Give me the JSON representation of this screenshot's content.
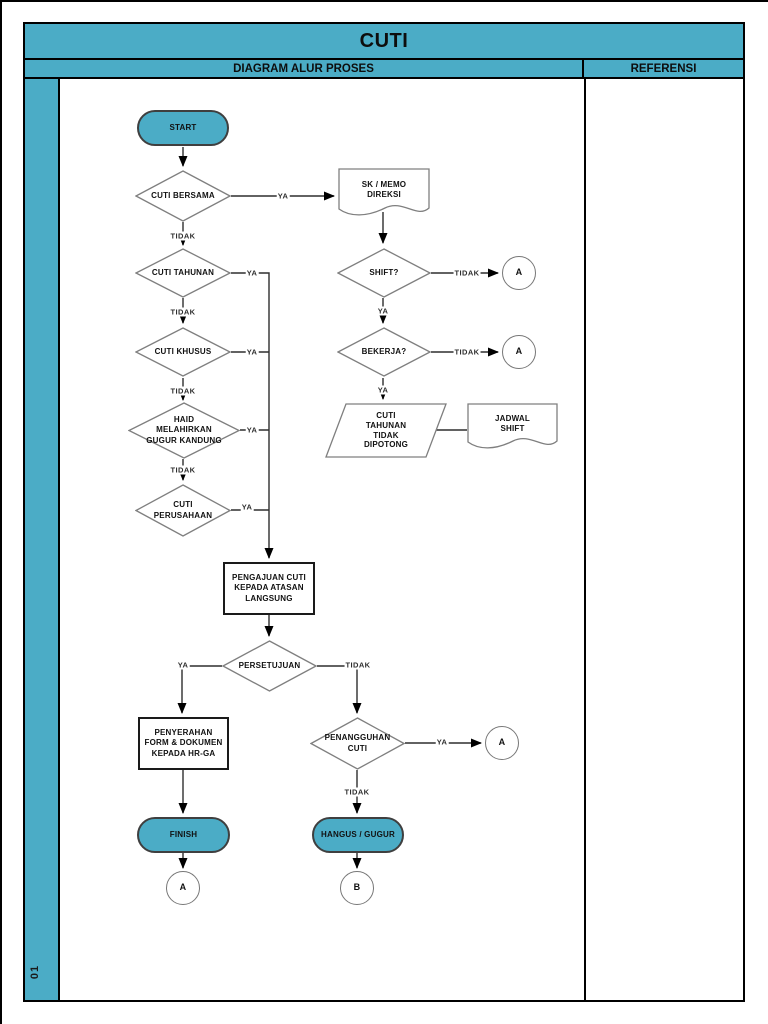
{
  "header": {
    "title": "CUTI",
    "diagram_col": "DIAGRAM ALUR PROSES",
    "referensi_col": "REFERENSI"
  },
  "sidebar": {
    "page_number": "01"
  },
  "colors": {
    "accent_teal": "#4BACC6",
    "shape_stroke": "#7f7f7f",
    "connector": "#2e2e2e",
    "border": "#000000"
  },
  "flowchart": {
    "nodes": {
      "start": {
        "label": "START",
        "type": "terminator"
      },
      "cuti_bersama": {
        "label": "CUTI BERSAMA",
        "type": "decision"
      },
      "sk_memo": {
        "label": "SK / MEMO\nDIREKSI",
        "type": "document"
      },
      "cuti_tahunan": {
        "label": "CUTI TAHUNAN",
        "type": "decision"
      },
      "cuti_khusus": {
        "label": "CUTI KHUSUS",
        "type": "decision"
      },
      "haid": {
        "label": "HAID\nMELAHIRKAN\nGUGUR KANDUNG",
        "type": "decision"
      },
      "cuti_perusahaan": {
        "label": "CUTI\nPERUSAHAAN",
        "type": "decision"
      },
      "shift": {
        "label": "SHIFT?",
        "type": "decision"
      },
      "bekerja": {
        "label": "BEKERJA?",
        "type": "decision"
      },
      "cuti_tahunan_tidak_dipotong": {
        "label": "CUTI\nTAHUNAN\nTIDAK\nDIPOTONG",
        "type": "data"
      },
      "jadwal_shift": {
        "label": "JADWAL\nSHIFT",
        "type": "document"
      },
      "pengajuan": {
        "label": "PENGAJUAN CUTI\nKEPADA ATASAN\nLANGSUNG",
        "type": "process"
      },
      "persetujuan": {
        "label": "PERSETUJUAN",
        "type": "decision"
      },
      "penyerahan": {
        "label": "PENYERAHAN\nFORM & DOKUMEN\nKEPADA HR-GA",
        "type": "process"
      },
      "finish": {
        "label": "FINISH",
        "type": "terminator"
      },
      "penangguhan": {
        "label": "PENANGGUHAN\nCUTI",
        "type": "decision"
      },
      "hangus": {
        "label": "HANGUS / GUGUR",
        "type": "terminator"
      },
      "conn_a1": {
        "label": "A",
        "type": "connector"
      },
      "conn_a2": {
        "label": "A",
        "type": "connector"
      },
      "conn_a3": {
        "label": "A",
        "type": "connector"
      },
      "conn_a4": {
        "label": "A",
        "type": "connector"
      },
      "conn_b": {
        "label": "B",
        "type": "connector"
      }
    },
    "edge_labels": [
      {
        "text": "YA"
      },
      {
        "text": "TIDAK"
      },
      {
        "text": "YA"
      },
      {
        "text": "TIDAK"
      },
      {
        "text": "YA"
      },
      {
        "text": "TIDAK"
      },
      {
        "text": "YA"
      },
      {
        "text": "TIDAK"
      },
      {
        "text": "YA"
      },
      {
        "text": "TIDAK"
      },
      {
        "text": "YA"
      },
      {
        "text": "TIDAK"
      },
      {
        "text": "YA"
      },
      {
        "text": "YA"
      },
      {
        "text": "TIDAK"
      },
      {
        "text": "YA"
      },
      {
        "text": "TIDAK"
      }
    ]
  }
}
